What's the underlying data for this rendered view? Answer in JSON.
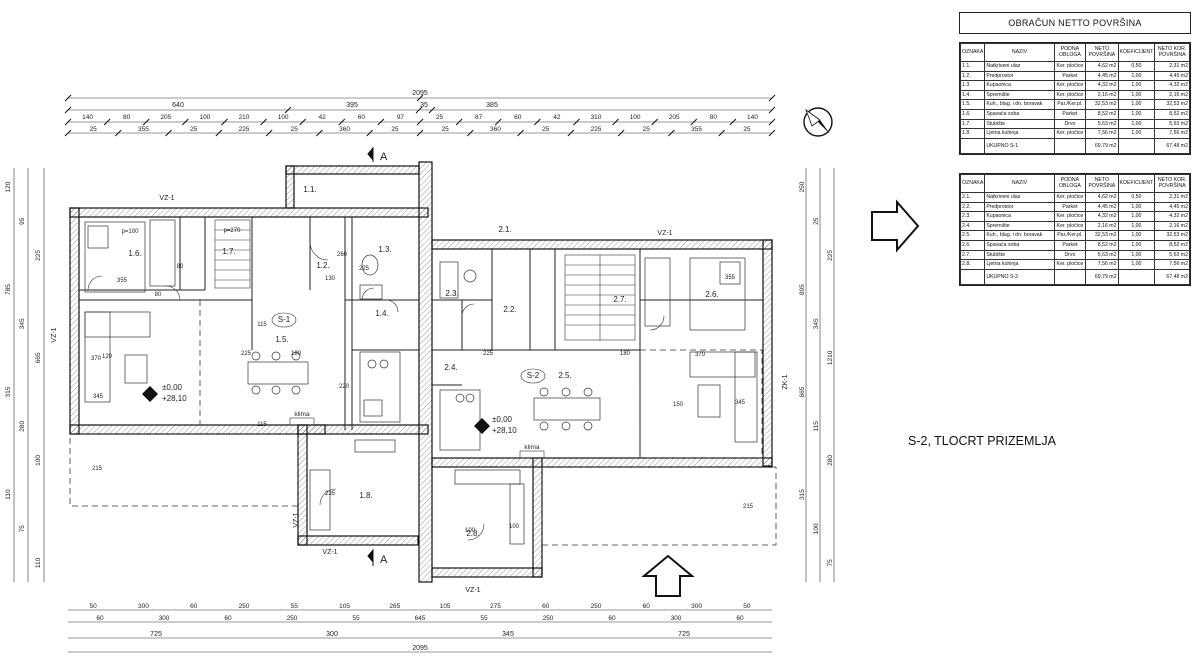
{
  "title_label": "S-2, TLOCRT PRIZEMLJA",
  "table_title": "OBRAČUN NETTO POVRŠINA",
  "headers": [
    "OZNAKA",
    "NAZIV",
    "PODNA OBLOGA",
    "NETO POVRŠINA",
    "KOEFICIJENT",
    "NETO KOR. POVRŠINA"
  ],
  "table1": {
    "rows": [
      [
        "1.1.",
        "Natkriveni ulaz",
        "Ker. pločice",
        "4,62 m2",
        "0,50",
        "2,31 m2"
      ],
      [
        "1.2.",
        "Predprostor",
        "Parket",
        "4,45 m2",
        "1,00",
        "4,45 m2"
      ],
      [
        "1.3.",
        "Kupaonica",
        "Ker. pločice",
        "4,32 m2",
        "1,00",
        "4,32 m2"
      ],
      [
        "1.4.",
        "Spremište",
        "Ker. pločice",
        "2,16 m2",
        "1,00",
        "2,16 m2"
      ],
      [
        "1.5.",
        "Kuh., blag. i dn. boravak",
        "Par./Ker.pl.",
        "32,53 m2",
        "1,00",
        "32,53 m2"
      ],
      [
        "1.6.",
        "Spavaća soba",
        "Parket",
        "8,52 m2",
        "1,00",
        "8,52 m2"
      ],
      [
        "1.7.",
        "Stubište",
        "Drvo",
        "5,63 m2",
        "1,00",
        "5,63 m2"
      ],
      [
        "1.8.",
        "Ljetna kuhinja",
        "Ker. pločice",
        "7,56 m2",
        "1,00",
        "7,56 m2"
      ]
    ],
    "total_label": "UKUPNO S-1",
    "total_net": "69,79 m2",
    "total_use": "67,48 m2"
  },
  "table2": {
    "rows": [
      [
        "2.1.",
        "Natkriveni ulaz",
        "Ker. pločice",
        "4,62 m2",
        "0,50",
        "2,31 m2"
      ],
      [
        "2.2.",
        "Predprostor",
        "Parket",
        "4,45 m2",
        "1,00",
        "4,45 m2"
      ],
      [
        "2.3.",
        "Kupaonica",
        "Ker. pločice",
        "4,32 m2",
        "1,00",
        "4,32 m2"
      ],
      [
        "2.4.",
        "Spremište",
        "Ker. pločice",
        "2,16 m2",
        "1,00",
        "2,16 m2"
      ],
      [
        "2.5.",
        "Kuh., blag. i dn. boravak",
        "Par./Ker.pl.",
        "32,53 m2",
        "1,00",
        "32,53 m2"
      ],
      [
        "2.6.",
        "Spavaća soba",
        "Parket",
        "8,52 m2",
        "1,00",
        "8,52 m2"
      ],
      [
        "2.7.",
        "Stubište",
        "Drvo",
        "5,63 m2",
        "1,00",
        "5,63 m2"
      ],
      [
        "2.8.",
        "Ljetna kuhinja",
        "Ker. pločice",
        "7,56 m2",
        "1,00",
        "7,56 m2"
      ]
    ],
    "total_label": "UKUPNO S-2",
    "total_net": "69,79 m2",
    "total_use": "67,48 m2"
  },
  "rooms": [
    "1.1.",
    "1.2.",
    "1.3.",
    "1.4.",
    "1.5.",
    "1.6.",
    "1.7.",
    "1.8.",
    "2.1.",
    "2.2.",
    "2.3.",
    "2.4.",
    "2.5.",
    "2.6.",
    "2.7.",
    "2.8."
  ],
  "unit_labels": [
    "S-1",
    "S-2"
  ],
  "level_marks": [
    "±0,00",
    "+28,10"
  ],
  "section_letter": "A",
  "klima_label": "klima",
  "vz_label": "VZ-1",
  "zk_label": "ZK-1",
  "dims_top_total": "2095",
  "dims_top_row2": [
    "640",
    "395",
    "35",
    "385"
  ],
  "dims_top_row3": [
    "140",
    "80",
    "205",
    "100",
    "210",
    "100",
    "42",
    "60",
    "97",
    "25",
    "87",
    "60",
    "42",
    "310",
    "100",
    "205",
    "80",
    "140"
  ],
  "dims_top_row4": [
    "25",
    "355",
    "25",
    "225",
    "25",
    "360",
    "25",
    "25",
    "360",
    "25",
    "225",
    "25",
    "355",
    "25"
  ],
  "dims_bottom_row1": [
    "50",
    "300",
    "60",
    "250",
    "55",
    "105",
    "265",
    "105",
    "275",
    "60",
    "250",
    "60",
    "300",
    "50"
  ],
  "dims_bottom_row2": [
    "60",
    "300",
    "60",
    "250",
    "55",
    "645",
    "55",
    "250",
    "60",
    "300",
    "60"
  ],
  "dims_bottom_row3": [
    "725",
    "300",
    "345",
    "725"
  ],
  "dims_bottom_total": "2095",
  "dims_left": [
    "120",
    "95",
    "225",
    "785",
    "345",
    "665",
    "315",
    "280",
    "100",
    "110",
    "75",
    "110"
  ],
  "dims_right": [
    "250",
    "25",
    "225",
    "895",
    "345",
    "1210",
    "665",
    "115",
    "280",
    "315",
    "100",
    "75"
  ],
  "inner_dims": [
    "p=100",
    "p=270",
    "355",
    "355",
    "80",
    "120",
    "225",
    "180",
    "115",
    "130",
    "220",
    "225",
    "180",
    "115",
    "150",
    "370",
    "370",
    "345",
    "345",
    "215",
    "215",
    "235",
    "100",
    "80",
    "260",
    "225",
    "100"
  ]
}
